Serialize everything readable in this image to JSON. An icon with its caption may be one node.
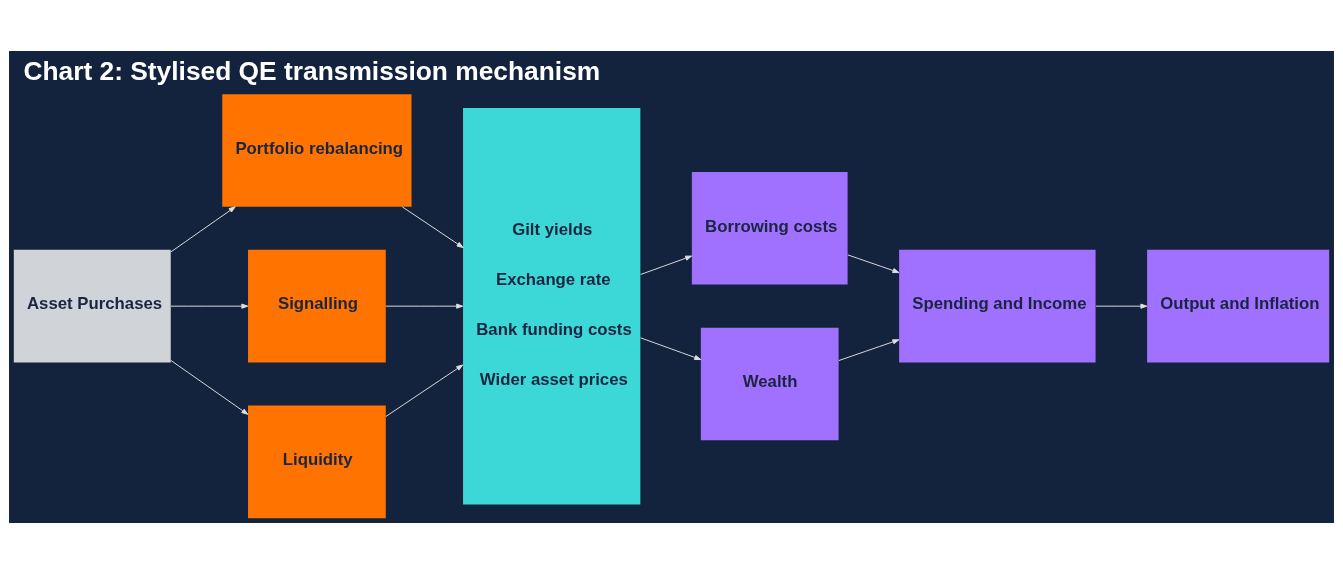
{
  "diagram": {
    "title": "Chart 2: Stylised QE transmission mechanism",
    "nodes": [
      {
        "text": [
          "Asset Purchases"
        ]
      },
      {
        "text": [
          "Portfolio rebalancing"
        ]
      },
      {
        "text": [
          "Signalling"
        ]
      },
      {
        "text": [
          "Liquidity"
        ]
      },
      {
        "text": [
          "Gilt yields",
          "Exchange rate",
          "Bank funding costs",
          "Wider asset prices"
        ]
      },
      {
        "text": [
          "Borrowing costs"
        ]
      },
      {
        "text": [
          "Wealth"
        ]
      },
      {
        "text": [
          "Spending and Income"
        ]
      },
      {
        "text": [
          "Output and Inflation"
        ]
      }
    ],
    "edges": [
      {
        "from": 0,
        "to": 1,
        "arrow": "to"
      },
      {
        "from": 0,
        "to": 2,
        "arrow": "to"
      },
      {
        "from": 0,
        "to": 3,
        "arrow": "to"
      },
      {
        "from": 1,
        "to": 4,
        "arrow": "to"
      },
      {
        "from": 2,
        "to": 4,
        "arrow": "to"
      },
      {
        "from": 3,
        "to": 4,
        "arrow": "to"
      },
      {
        "from": 4,
        "to": 5,
        "arrow": "to"
      },
      {
        "from": 4,
        "to": 6,
        "arrow": "to"
      },
      {
        "from": 5,
        "to": 7,
        "arrow": "to"
      },
      {
        "from": 6,
        "to": 7,
        "arrow": "to"
      },
      {
        "from": 7,
        "to": 8,
        "arrow": "to"
      }
    ]
  }
}
